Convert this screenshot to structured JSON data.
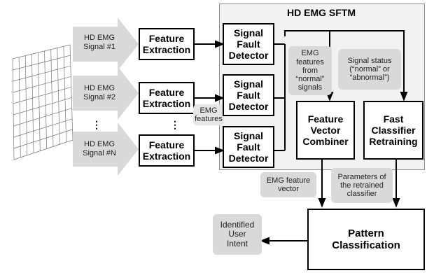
{
  "system": {
    "title": "HD EMG SFTM"
  },
  "signals": [
    {
      "label": "HD EMG\nSignal #1"
    },
    {
      "label": "HD EMG\nSignal #2"
    },
    {
      "label": "HD EMG\nSignal #N"
    }
  ],
  "feature_extraction": {
    "label": "Feature\nExtraction"
  },
  "signal_fault_detector": {
    "label": "Signal\nFault\nDetector"
  },
  "feature_vector_combiner": {
    "label": "Feature\nVector\nCombiner"
  },
  "fast_classifier_retraining": {
    "label": "Fast\nClassifier\nRetraining"
  },
  "pattern_classification": {
    "label": "Pattern\nClassification"
  },
  "notes": {
    "normal_features": "EMG\nfeatures\nfrom\n“normal”\nsignals",
    "signal_status": "Signal status\n(“normal” or\n“abnormal”)",
    "emg_feature_vector": "EMG feature\nvector",
    "retrained_params": "Parameters of\nthe retrained\nclassifier",
    "identified_intent": "Identified\nUser\nIntent"
  },
  "labels": {
    "emg_features": "EMG\nfeatures",
    "ellipsis": "⋮"
  }
}
